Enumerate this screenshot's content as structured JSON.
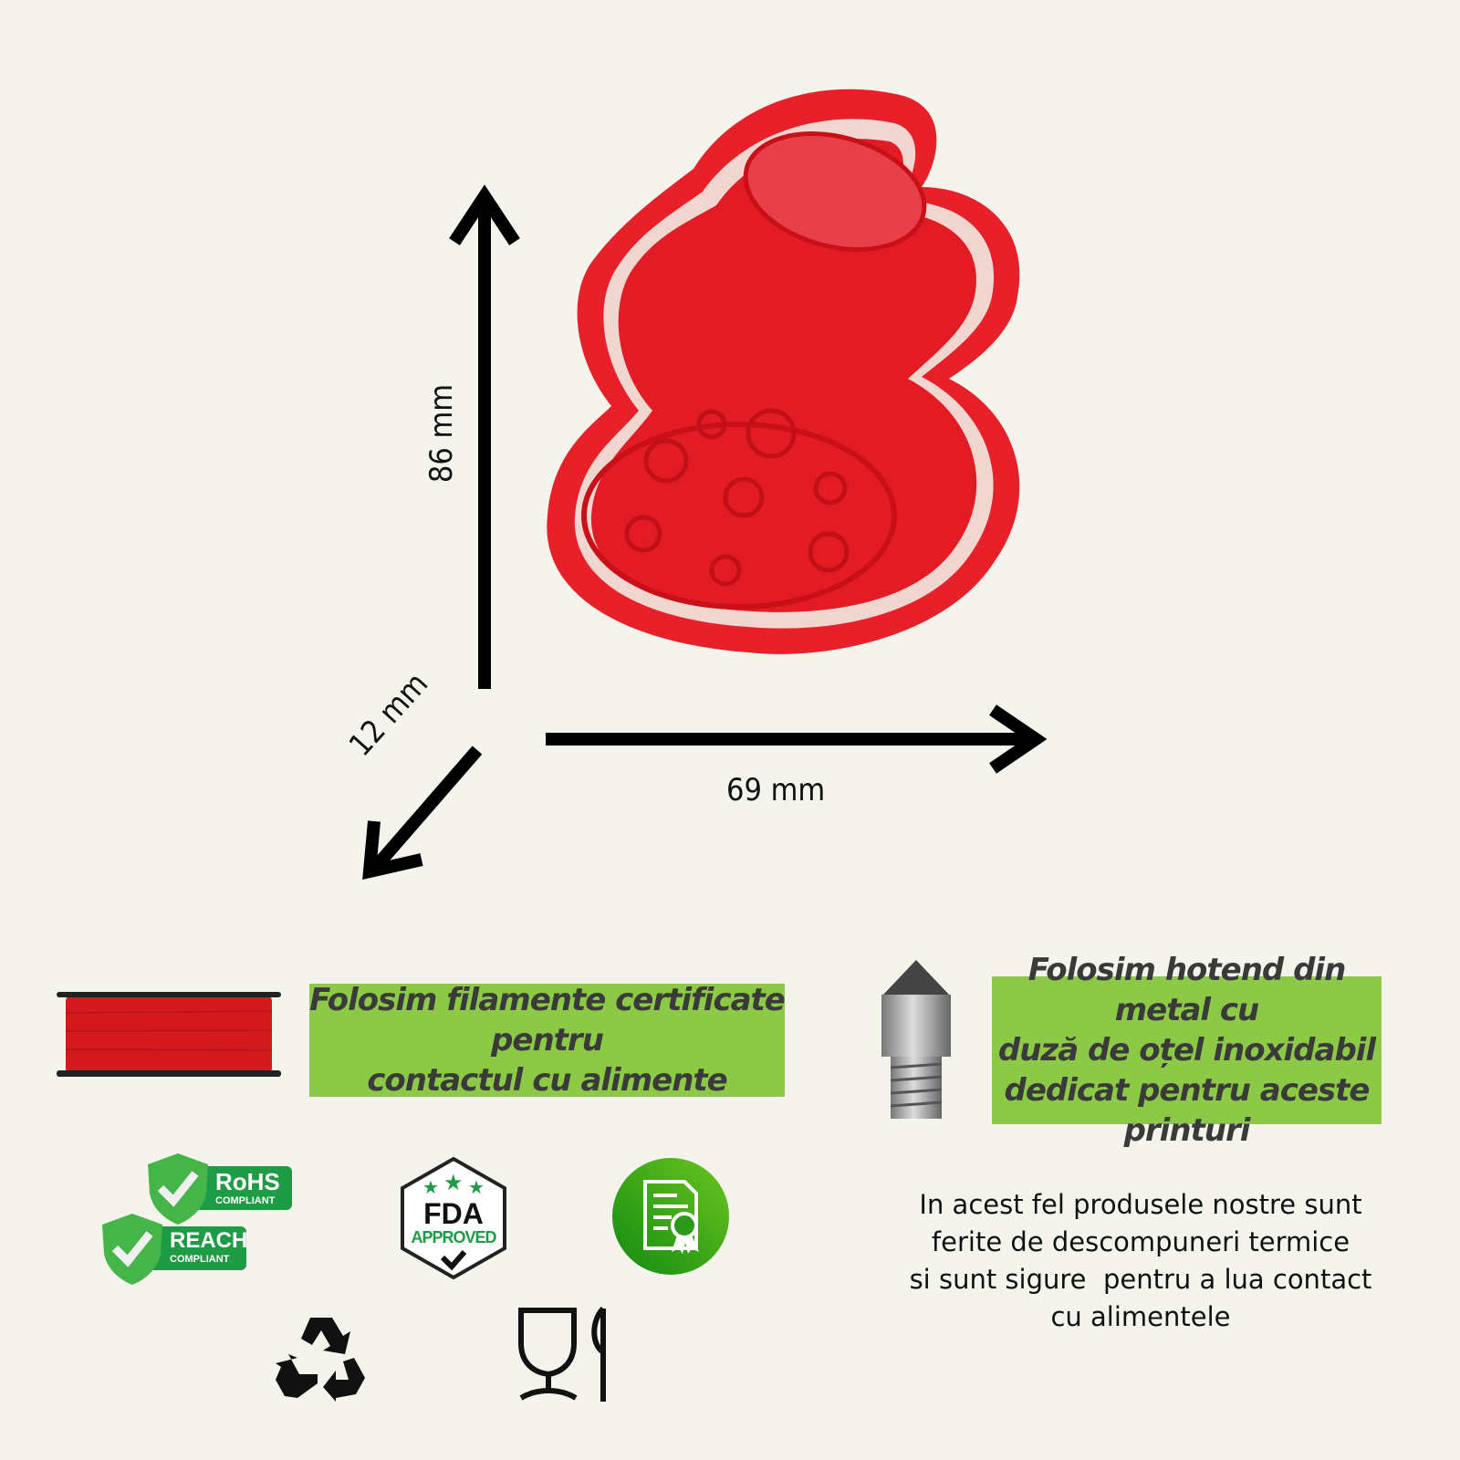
{
  "dimensions": {
    "height": "86 mm",
    "width": "69 mm",
    "depth": "12 mm"
  },
  "filament_note": {
    "line1": "Folosim filamente certificate pentru",
    "line2": "contactul cu alimente"
  },
  "hotend_note": {
    "line1": "Folosim hotend din metal cu",
    "line2": "duză de oțel inoxidabil",
    "line3": "dedicat pentru aceste printuri"
  },
  "safety_note": {
    "line1": "In acest fel produsele nostre sunt",
    "line2": "ferite de descompuneri termice",
    "line3": "si sunt sigure  pentru a lua contact",
    "line4": "cu alimentele"
  },
  "badges": {
    "rohs": {
      "title": "RoHS",
      "sub": "COMPLIANT"
    },
    "reach": {
      "title": "REACH",
      "sub": "COMPLIANT"
    },
    "fda": {
      "title": "FDA",
      "sub": "APPROVED"
    }
  },
  "colors": {
    "background": "#f5f4ec",
    "product": "#e8202a",
    "label_green": "#8cc947",
    "badge_green": "#1e9b45"
  }
}
